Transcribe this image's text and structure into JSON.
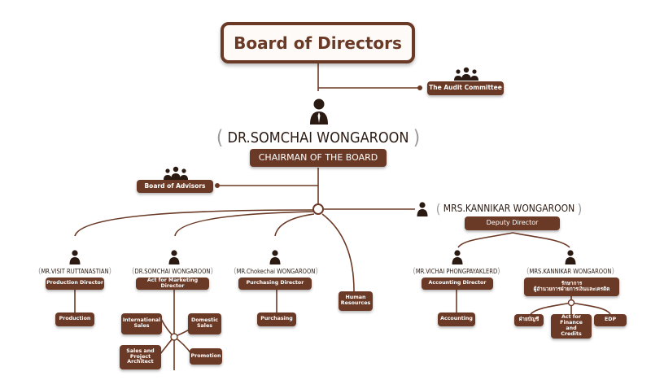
{
  "title": "Board of Directors",
  "audit_committee": "The Audit Committee",
  "chairman": {
    "name": "DR.SOMCHAI WONGAROON",
    "role": "CHAIRMAN OF THE BOARD"
  },
  "advisors": "Board of Advisors",
  "deputy": {
    "name": "MRS.KANNIKAR WONGAROON",
    "role": "Deputy Director"
  },
  "production": {
    "name": "MR.VISIT RUTTANASTIAN",
    "role": "Production Director",
    "dept": "Production"
  },
  "marketing": {
    "name": "DR.SOMCHAI WONGAROON",
    "role": "Act for Marketing Director",
    "units": [
      "International Sales",
      "Domestic Sales",
      "Sales and Project Architect",
      "Promotion"
    ]
  },
  "purchasing": {
    "name": "MR.Chokechai WONGAROON",
    "role": "Purchasing Director",
    "dept": "Purchasing"
  },
  "hr": "Human Resources",
  "accounting": {
    "name": "MR.VICHAI PHONGPAYAKLERD",
    "role": "Accounting Director",
    "dept": "Accounting"
  },
  "finance": {
    "name": "MRS.KANNIKAR WONGAROON",
    "role_line1": "รักษาการ",
    "role_line2": "ผู้อำนวยการฝ่ายการเงินและเครดิต",
    "units": [
      "ฝ่ายบัญชี",
      "Act for Finance and Credits",
      "EDP"
    ]
  },
  "colors": {
    "brown": "#6b3a26",
    "line": "#6b3a26"
  }
}
